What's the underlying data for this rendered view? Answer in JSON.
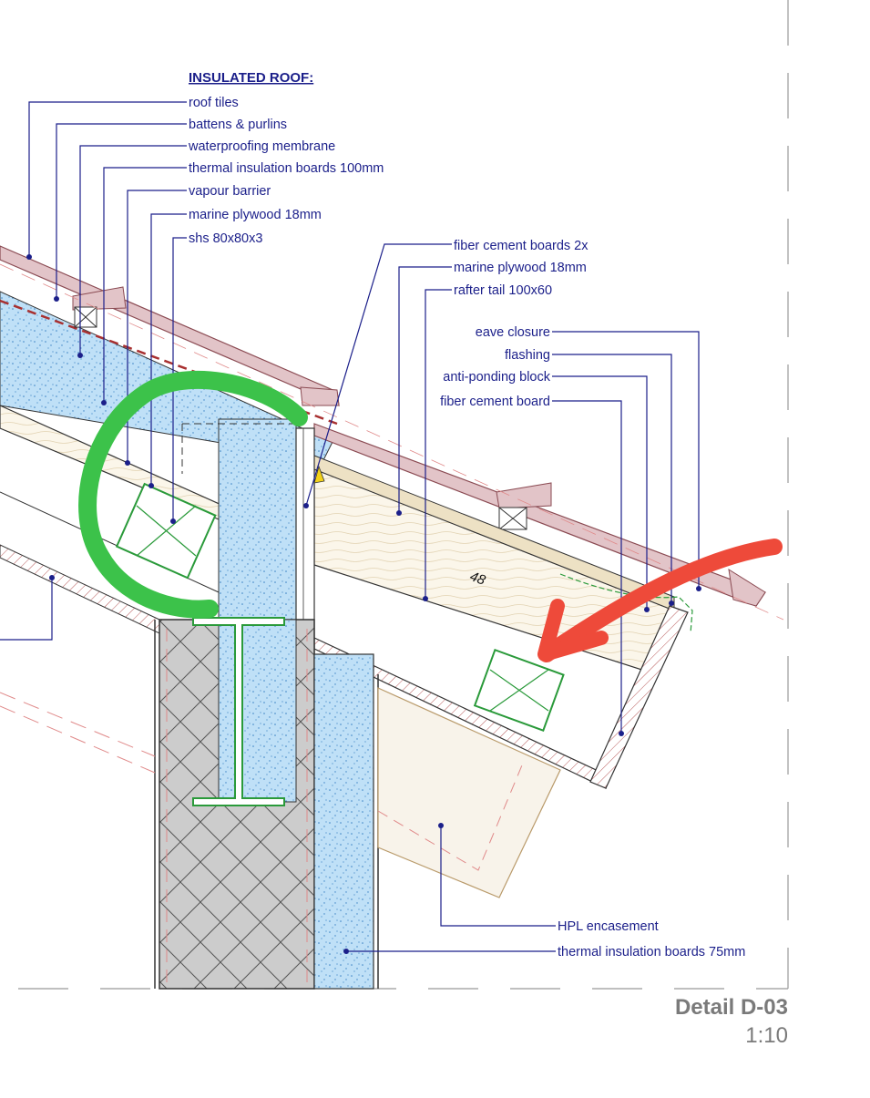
{
  "heading": "INSULATED ROOF:",
  "roof_layers": [
    "roof tiles",
    "battens & purlins",
    "waterproofing membrane",
    "thermal insulation boards 100mm",
    "vapour barrier",
    "marine plywood 18mm",
    "shs 80x80x3"
  ],
  "eave_labels_top": [
    "fiber cement boards 2x",
    "marine plywood 18mm",
    "rafter tail 100x60"
  ],
  "eave_labels_right": [
    "eave closure",
    "flashing",
    "anti-ponding block",
    "fiber cement board"
  ],
  "wall_labels": [
    "HPL encasement",
    "thermal insulation boards 75mm"
  ],
  "dimension": "48",
  "detail_name": "Detail D-03",
  "detail_scale": "1:10",
  "colors": {
    "annotation": "#1b1f8a",
    "insulation": "#bfe0f7",
    "tiles": "#e2c4c8",
    "masonry": "#cccccc",
    "highlight_circle": "#3cc24a",
    "highlight_arrow": "#ee4a3a"
  }
}
